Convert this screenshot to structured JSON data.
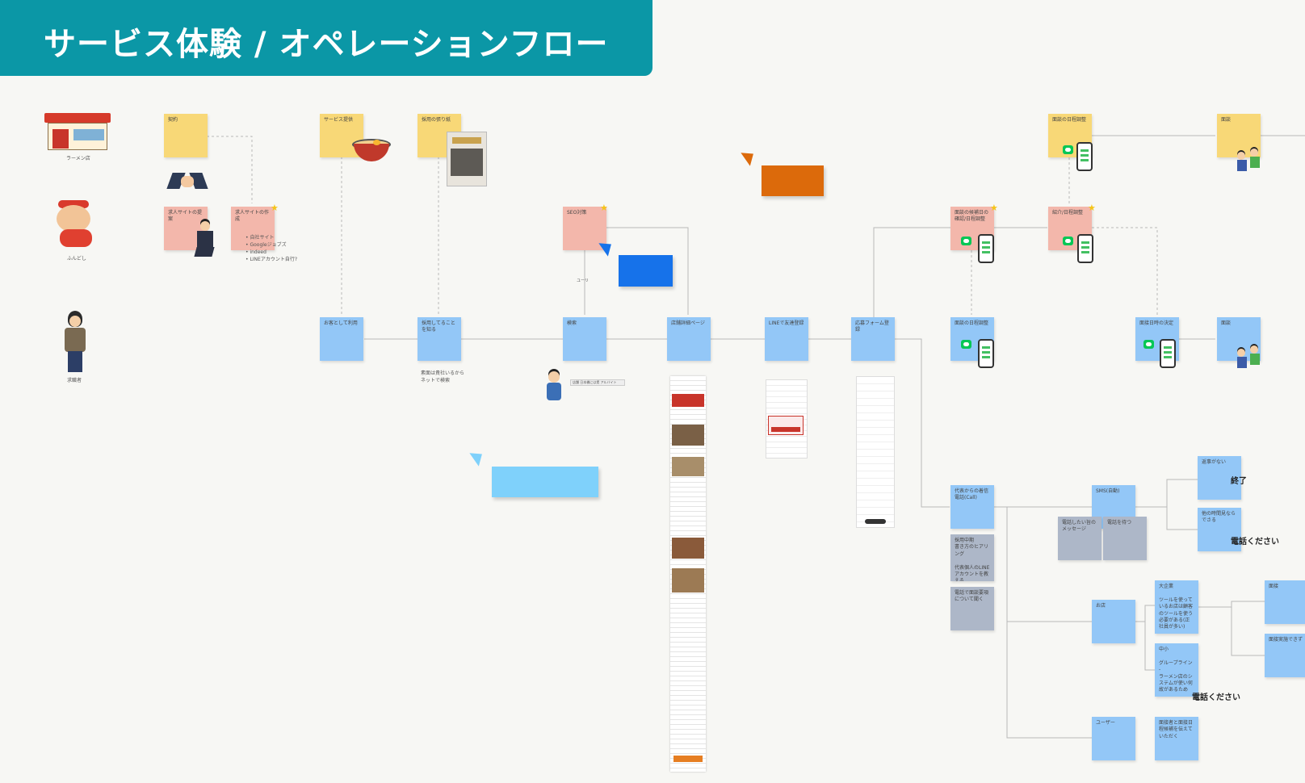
{
  "title": "サービス体験 / オペレーションフロー",
  "actors": [
    "ラーメン店",
    "ふんどし",
    "求職者"
  ],
  "stickies": {
    "contract": "契約",
    "service": "サービス提供",
    "posting": "採用の張り紙",
    "schedule1": "面談の日程調整",
    "interview1": "面談",
    "proposal": "求人サイトの提案",
    "create": "求人サイトの作成",
    "seo": "SEO対策",
    "adjust": "面談の候補日の確認/日程調整",
    "introduce": "紹介/日程調整",
    "customer": "お客として利用",
    "learn": "採用してることを知る",
    "search": "検索",
    "detail": "店舗詳細ページ",
    "line_reg": "LINEで友達登録",
    "form_reg": "応募フォーム登録",
    "fix": "面談の日程調整",
    "decide": "面接日時の決定",
    "interview2": "面談",
    "rep": "代表からの着信電話(Call)",
    "sms": "SMS(自動)",
    "shop": "お店",
    "user": "ユーザー",
    "g1": "採用中期\n書き方のヒアリング\n\n代表個人のLINEアカウントを教える",
    "g2": "電話で面談要項について聞く",
    "g3": "電話したい旨のメッセージ",
    "g4": "電話を待つ",
    "no_reply": "返事がない",
    "chat": "他の時間見ならでさる",
    "big": "大企業\n\nツールを使っているお店は顧客のツールを使う必要がある(正社員が多い)",
    "mid": "中小\n\nグループライン\n-\nラーメン店のシステムが使い何故があるため",
    "r1": "面接",
    "r2": "面接実施できず",
    "user_action": "面接者と面接日程候補を伝えていただく"
  },
  "labels": {
    "create_list": "• 自社サイト\n• Googleジョブズ\n• indeed\n• LINEアカウント自行?",
    "notice": "素面は貴社いるから\nネットで検索",
    "search_bar": "店舗  日本橋には賃 アルバイト",
    "end": "終了",
    "call1": "電話ください",
    "call2": "電話ください",
    "seo_connector": "ユーリ"
  },
  "colors": {
    "header": "#0b97a6",
    "yellow": "#f8d877",
    "pink": "#f3b7ab",
    "blue": "#93c7f7",
    "gray": "#adb7c8",
    "cursor_orange": "#dc6a0b",
    "cursor_blue": "#1672ea",
    "cursor_light": "#7fd1fb"
  },
  "icons": [
    "ramen-shop-icon",
    "mascot-icon",
    "job-seeker-icon",
    "handshake-icon",
    "ramen-bowl-icon",
    "poster-icon",
    "businessman-icon",
    "phone-icon",
    "line-icon",
    "meeting-icon",
    "searching-person-icon",
    "cursor-icon"
  ]
}
